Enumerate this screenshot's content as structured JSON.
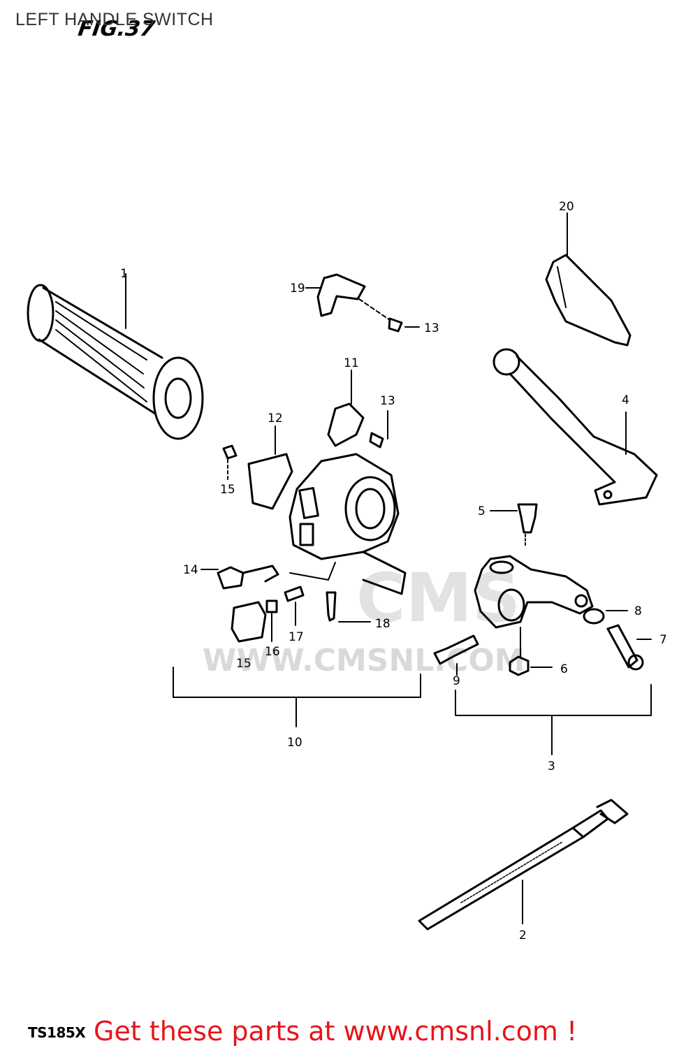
{
  "header": {
    "title": "LEFT HANDLE SWITCH",
    "figure_label": "FIG.37"
  },
  "watermark": {
    "site": "WWW.CMSNL.COM",
    "brand": "CMS"
  },
  "footer": {
    "model": "TS185X",
    "promo": "Get these parts at www.cmsnl.com !"
  },
  "callouts": {
    "c1": "1",
    "c2": "2",
    "c3": "3",
    "c4": "4",
    "c5": "5",
    "c6": "6",
    "c7": "7",
    "c8": "8",
    "c9": "9",
    "c10": "10",
    "c11": "11",
    "c12": "12",
    "c13a": "13",
    "c13b": "13",
    "c14": "14",
    "c15a": "15",
    "c15b": "15",
    "c16": "16",
    "c17": "17",
    "c18": "18",
    "c19": "19",
    "c20": "20"
  },
  "colors": {
    "ink": "#000000",
    "promo": "#e8141b",
    "watermark": "#d9d9d9"
  }
}
